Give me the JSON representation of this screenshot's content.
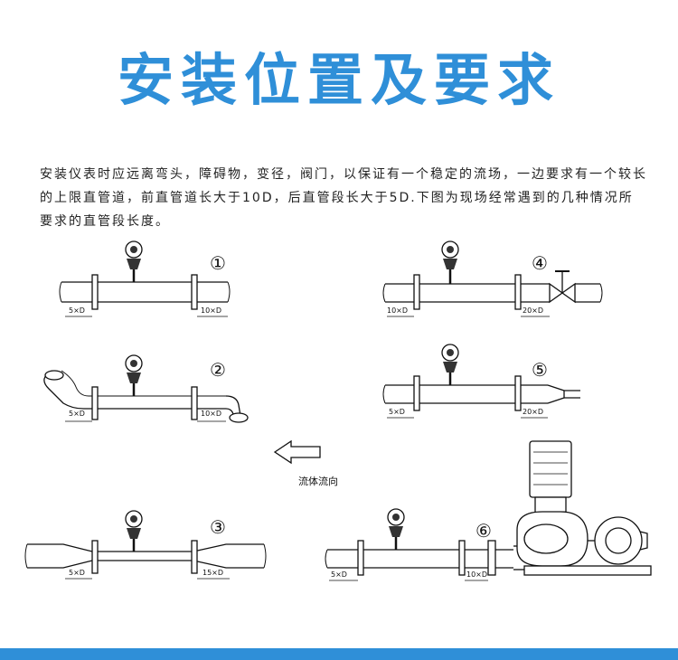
{
  "title": "安装位置及要求",
  "intro": "安装仪表时应远离弯头，障碍物，变径，阀门，以保证有一个稳定的流场，一边要求有一个较长的上限直管道，前直管道长大于10D，后直管段长大于5D.下图为现场经常遇到的几种情况所要求的直管段长度。",
  "flow_label": "流体流向",
  "accent_color": "#2f8fd8",
  "diagrams": [
    {
      "number": "①",
      "left_label": "5×D",
      "right_label": "10×D"
    },
    {
      "number": "②",
      "left_label": "5×D",
      "right_label": "10×D"
    },
    {
      "number": "③",
      "left_label": "5×D",
      "right_label": "15×D"
    },
    {
      "number": "④",
      "left_label": "10×D",
      "right_label": "20×D"
    },
    {
      "number": "⑤",
      "left_label": "5×D",
      "right_label": "20×D"
    },
    {
      "number": "⑥",
      "left_label": "5×D",
      "right_label": "10×D"
    }
  ]
}
